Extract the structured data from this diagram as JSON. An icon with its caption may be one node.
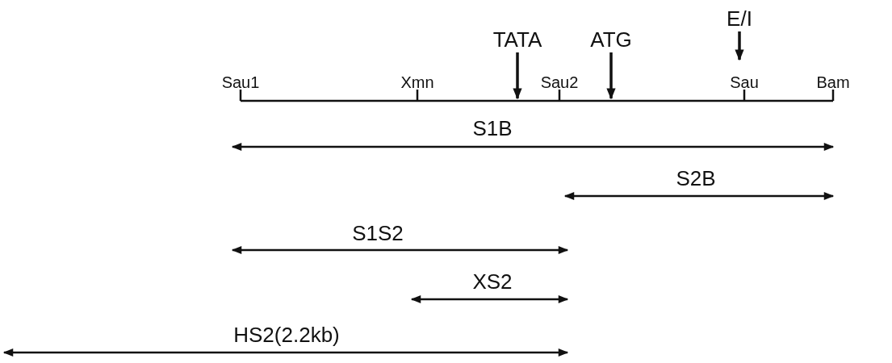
{
  "diagram": {
    "nodes": [
      {
        "text": [
          "TATA"
        ]
      },
      {
        "text": [
          "ATG"
        ]
      },
      {
        "text": [
          "E/I"
        ]
      }
    ],
    "edges": [
      {
        "from": 0,
        "to": null,
        "arrow": "to"
      },
      {
        "from": 1,
        "to": null,
        "arrow": "to"
      },
      {
        "from": 2,
        "to": null,
        "arrow": "to"
      }
    ],
    "labels": [
      "Sau1",
      "Xmn",
      "Sau2",
      "Sau",
      "Bam",
      "S1B",
      "S2B",
      "S1S2",
      "XS2",
      "HS2(2.2kb)"
    ]
  }
}
